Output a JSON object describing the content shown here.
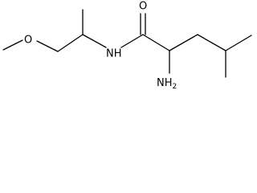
{
  "molecule": {
    "atoms": {
      "methoxy_oxygen": "O",
      "amide_nitrogen": "NH",
      "carbonyl_oxygen": "O",
      "amino_group": "NH",
      "amino_subscript": "2"
    }
  }
}
